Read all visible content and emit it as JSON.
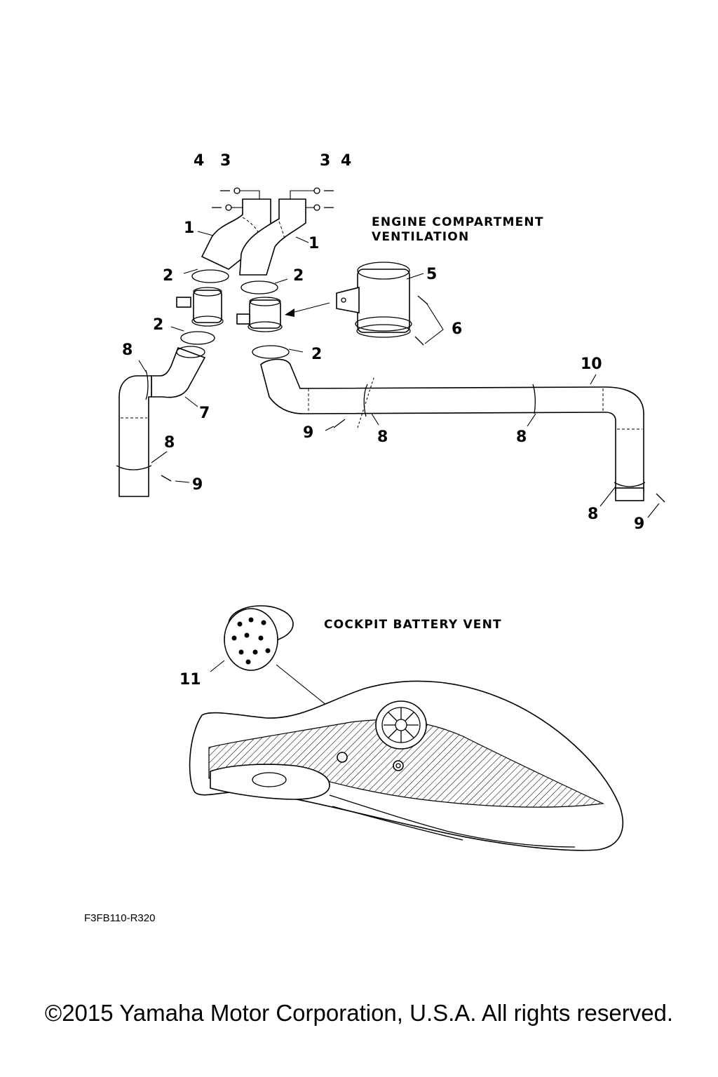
{
  "sections": {
    "engine_title_line1": "ENGINE COMPARTMENT",
    "engine_title_line2": "VENTILATION",
    "cockpit_title": "COCKPIT BATTERY VENT"
  },
  "callouts": {
    "c4a": "4",
    "c3a": "3",
    "c3b": "3",
    "c4b": "4",
    "c1a": "1",
    "c1b": "1",
    "c2a": "2",
    "c2b": "2",
    "c2c": "2",
    "c2d": "2",
    "c5": "5",
    "c6": "6",
    "c7": "7",
    "c8a": "8",
    "c8b": "8",
    "c8c": "8",
    "c8d": "8",
    "c8e": "8",
    "c9a": "9",
    "c9b": "9",
    "c9c": "9",
    "c10": "10",
    "c11": "11"
  },
  "diagram_code": "F3FB110-R320",
  "copyright": "©2015 Yamaha Motor Corporation, U.S.A. All rights reserved."
}
